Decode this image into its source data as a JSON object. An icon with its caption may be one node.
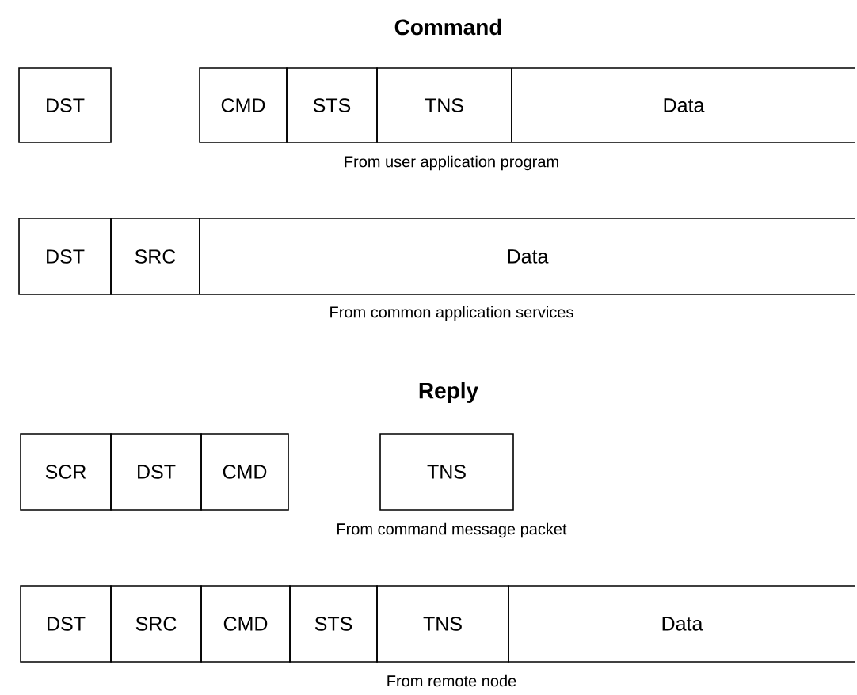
{
  "diagram": {
    "nodes": [
      {
        "text": [
          "DST"
        ]
      },
      {
        "text": [
          "CMD"
        ]
      },
      {
        "text": [
          "STS"
        ]
      },
      {
        "text": [
          "TNS"
        ]
      },
      {
        "text": [
          "Data"
        ]
      },
      {
        "text": [
          "DST"
        ]
      },
      {
        "text": [
          "SRC"
        ]
      },
      {
        "text": [
          "Data"
        ]
      },
      {
        "text": [
          "SCR"
        ]
      },
      {
        "text": [
          "DST"
        ]
      },
      {
        "text": [
          "CMD"
        ]
      },
      {
        "text": [
          "TNS"
        ]
      },
      {
        "text": [
          "DST"
        ]
      },
      {
        "text": [
          "SRC"
        ]
      },
      {
        "text": [
          "CMD"
        ]
      },
      {
        "text": [
          "STS"
        ]
      },
      {
        "text": [
          "TNS"
        ]
      },
      {
        "text": [
          "Data"
        ]
      }
    ],
    "labels": [
      "Command",
      "From user application program",
      "From common application services",
      "Reply",
      "From command message packet",
      "From remote node"
    ]
  }
}
